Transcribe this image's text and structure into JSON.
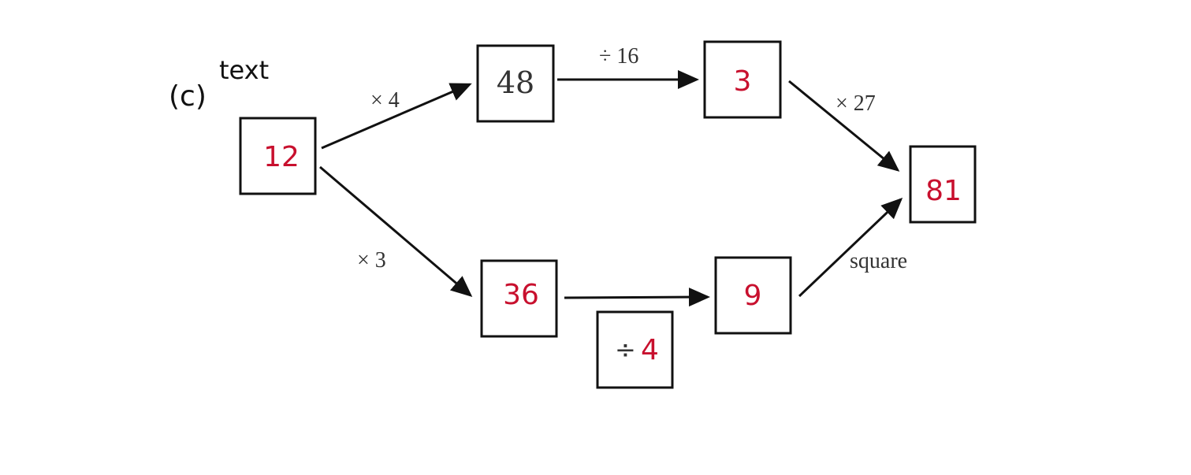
{
  "caption": {
    "label": "(c)",
    "superscript": "text"
  },
  "nodes": {
    "start": "12",
    "top_mid": "48",
    "top_right": "3",
    "bottom_mid": "36",
    "bottom_right": "9",
    "end": "81"
  },
  "edges": {
    "start_to_top_mid": "× 4",
    "top_mid_to_top_right": "÷ 16",
    "top_right_to_end": "× 27",
    "start_to_bottom_mid": "× 3",
    "bottom_right_to_end": "square"
  },
  "operator_box": {
    "symbol": "÷",
    "value": "4"
  },
  "colors": {
    "highlight": "#c8102e",
    "ink": "#111111"
  }
}
